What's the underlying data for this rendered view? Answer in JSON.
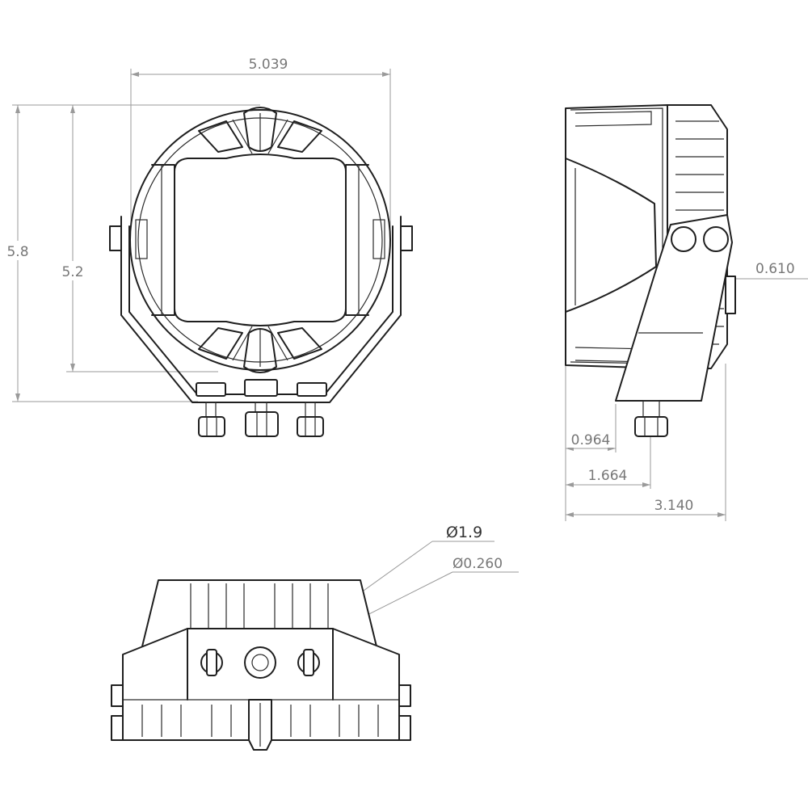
{
  "front_view": {
    "width_label": "5.039",
    "overall_height_label": "5.8",
    "housing_height_label": "5.2"
  },
  "side_view": {
    "bolt_offset_label": "0.610",
    "dim_a_label": "0.964",
    "dim_b_label": "1.664",
    "depth_label": "3.140"
  },
  "rear_view": {
    "diameter_large_label": "Ø1.9",
    "diameter_small_label": "Ø0.260"
  },
  "colors": {
    "line": "#1f1f1f",
    "dimension": "#9a9a9a",
    "dimension_text": "#777777"
  }
}
